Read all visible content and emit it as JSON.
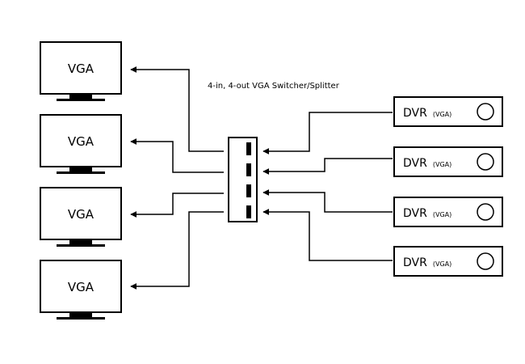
{
  "title": "4-in, 4-out VGA Switcher/Splitter",
  "monitors": [
    {
      "label": "VGA"
    },
    {
      "label": "VGA"
    },
    {
      "label": "VGA"
    },
    {
      "label": "VGA"
    }
  ],
  "dvrs": [
    {
      "label": "DVR",
      "sub": "(VGA)"
    },
    {
      "label": "DVR",
      "sub": "(VGA)"
    },
    {
      "label": "DVR",
      "sub": "(VGA)"
    },
    {
      "label": "DVR",
      "sub": "(VGA)"
    }
  ]
}
